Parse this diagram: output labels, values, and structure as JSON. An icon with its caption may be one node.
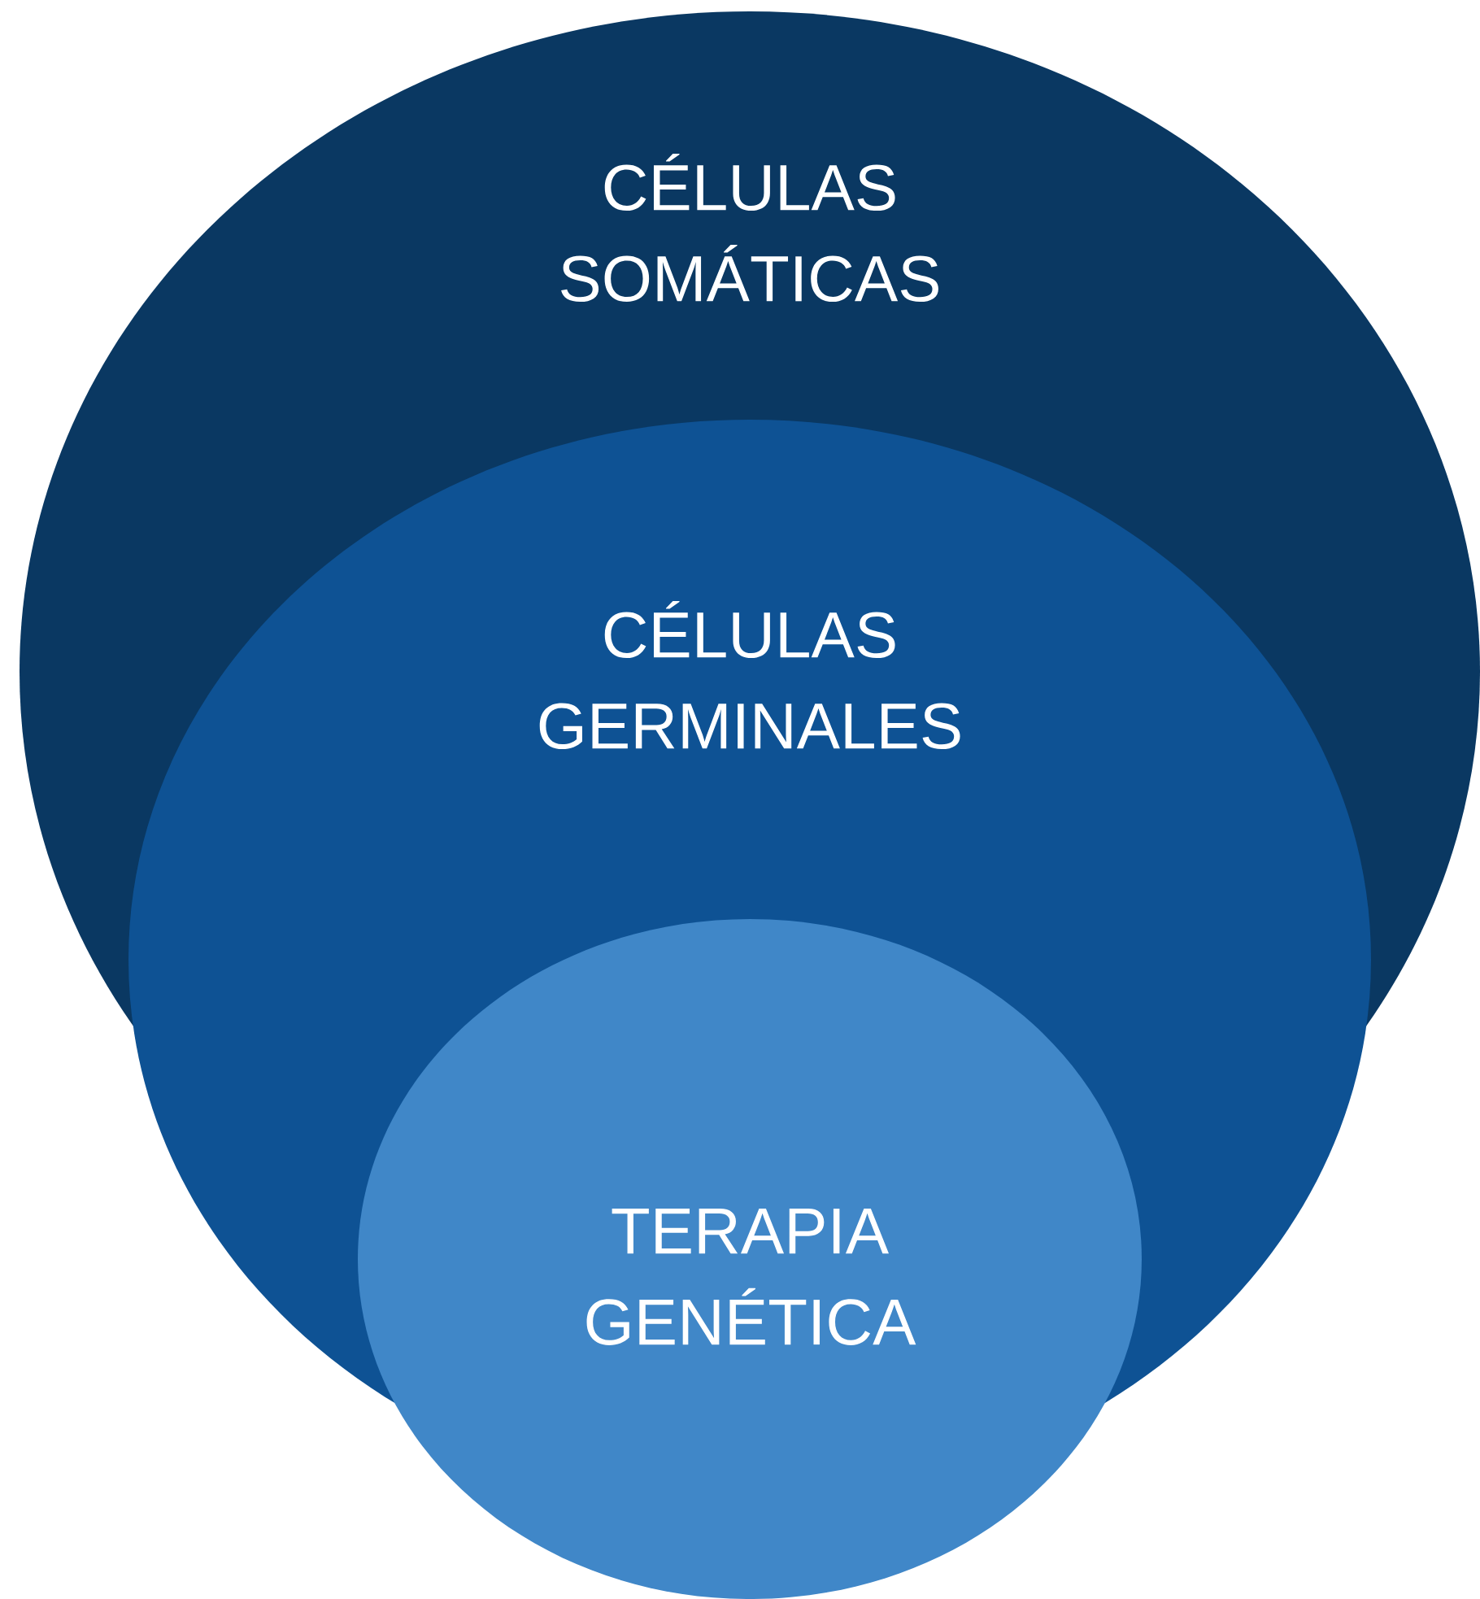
{
  "diagram": {
    "nodes": [
      {
        "text": [
          "CÉLULAS SOMÁTICAS"
        ]
      },
      {
        "text": [
          "CÉLULAS GERMINALES"
        ]
      },
      {
        "text": [
          "TERAPIA GENÉTICA"
        ]
      }
    ]
  }
}
